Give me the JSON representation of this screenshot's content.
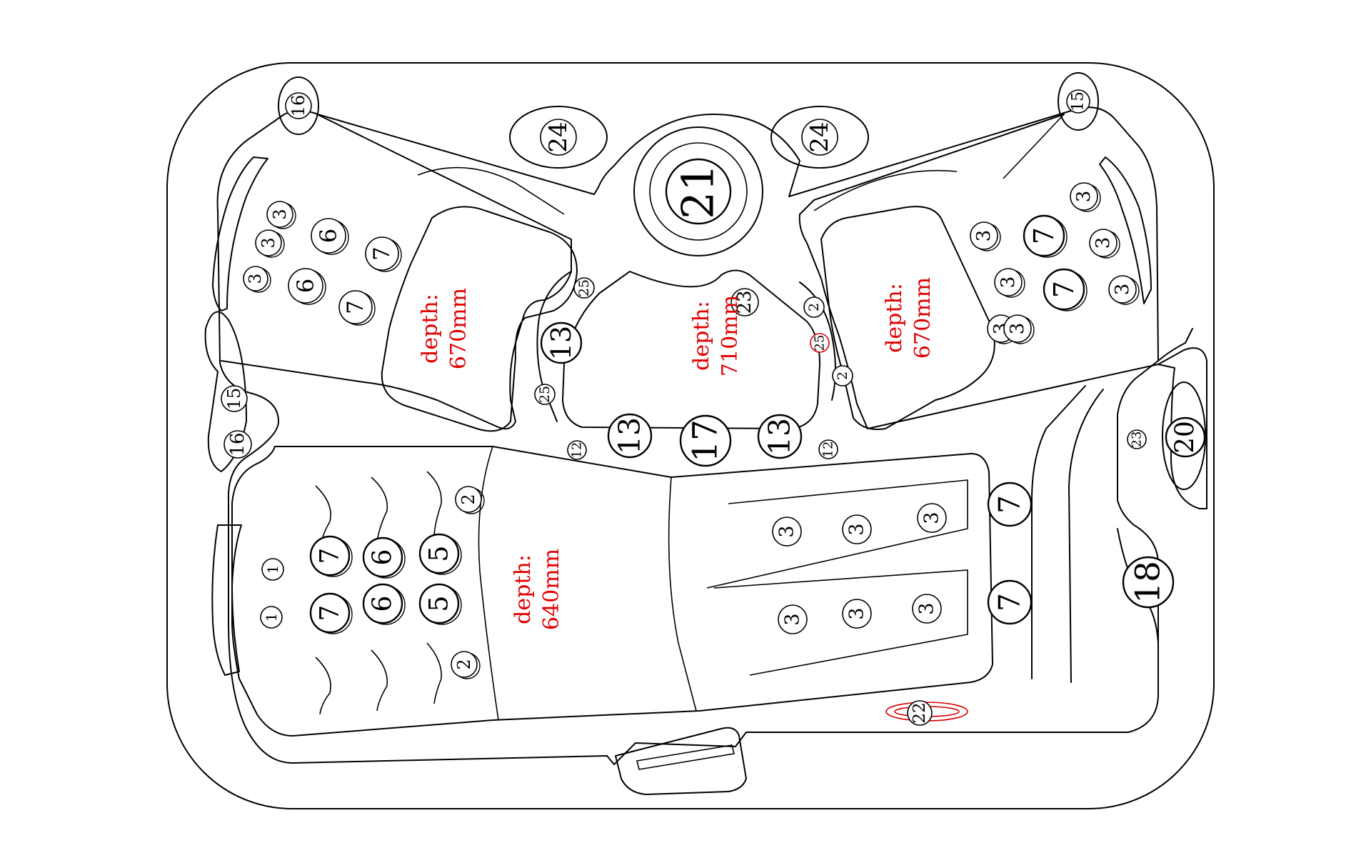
{
  "diagram": {
    "depth_labels": [
      {
        "line1": "depth:",
        "line2": "670mm"
      },
      {
        "line1": "depth:",
        "line2": "710mm"
      },
      {
        "line1": "depth:",
        "line2": "670mm"
      },
      {
        "line1": "depth:",
        "line2": "640mm"
      }
    ],
    "callouts": [
      {
        "n": "16"
      },
      {
        "n": "15"
      },
      {
        "n": "24"
      },
      {
        "n": "24"
      },
      {
        "n": "21"
      },
      {
        "n": "3"
      },
      {
        "n": "3"
      },
      {
        "n": "3"
      },
      {
        "n": "6"
      },
      {
        "n": "6"
      },
      {
        "n": "7"
      },
      {
        "n": "7"
      },
      {
        "n": "3"
      },
      {
        "n": "3"
      },
      {
        "n": "7"
      },
      {
        "n": "3"
      },
      {
        "n": "3"
      },
      {
        "n": "3"
      },
      {
        "n": "7"
      },
      {
        "n": "3"
      },
      {
        "n": "3"
      },
      {
        "n": "25"
      },
      {
        "n": "13"
      },
      {
        "n": "25"
      },
      {
        "n": "23"
      },
      {
        "n": "2"
      },
      {
        "n": "25"
      },
      {
        "n": "2"
      },
      {
        "n": "15"
      },
      {
        "n": "16"
      },
      {
        "n": "12"
      },
      {
        "n": "13"
      },
      {
        "n": "17"
      },
      {
        "n": "13"
      },
      {
        "n": "12"
      },
      {
        "n": "23"
      },
      {
        "n": "20"
      },
      {
        "n": "2"
      },
      {
        "n": "7"
      },
      {
        "n": "6"
      },
      {
        "n": "5"
      },
      {
        "n": "1"
      },
      {
        "n": "1"
      },
      {
        "n": "7"
      },
      {
        "n": "6"
      },
      {
        "n": "5"
      },
      {
        "n": "2"
      },
      {
        "n": "3"
      },
      {
        "n": "3"
      },
      {
        "n": "3"
      },
      {
        "n": "3"
      },
      {
        "n": "3"
      },
      {
        "n": "3"
      },
      {
        "n": "7"
      },
      {
        "n": "7"
      },
      {
        "n": "18"
      },
      {
        "n": "22"
      }
    ]
  },
  "colors": {
    "line": "#000000",
    "depth_text": "#e00000",
    "highlight": "#d40000"
  }
}
